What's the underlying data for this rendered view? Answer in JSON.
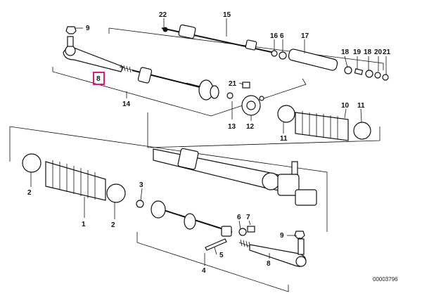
{
  "diagram": {
    "labels": {
      "l1": "1",
      "l2a": "2",
      "l2b": "2",
      "l3": "3",
      "l4": "4",
      "l5": "5",
      "l6": "6",
      "l7": "7",
      "l8top": "8",
      "l8bot": "8",
      "l9top": "9",
      "l9bot": "9",
      "l10": "10",
      "l11a": "11",
      "l11b": "11",
      "l12": "12",
      "l13": "13",
      "l14": "14",
      "l15": "15",
      "l16": "16",
      "l16b": "6",
      "l17": "17",
      "l18": "18",
      "l19": "19",
      "l18b": "18",
      "l20": "20",
      "l21top": "21",
      "l21": "21",
      "l22": "22"
    },
    "highlighted_label": "8",
    "catalog_number": "00003796"
  }
}
